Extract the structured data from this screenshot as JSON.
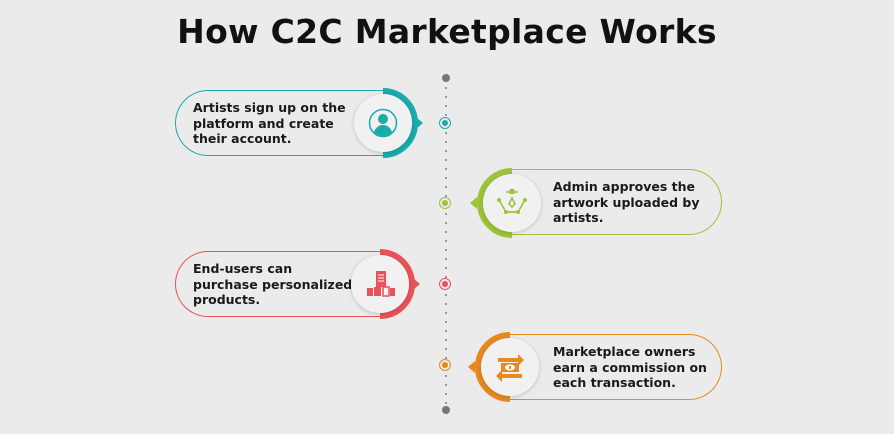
{
  "title": "How C2C Marketplace Works",
  "colors": {
    "step1": "#1aabab",
    "step2": "#9dc33b",
    "step3": "#e8535a",
    "step4": "#e68a1e",
    "background": "#ebebeb"
  },
  "steps": [
    {
      "text": "Artists sign up on the platform and create their account.",
      "icon": "user-profile-icon"
    },
    {
      "text": "Admin approves the artwork uploaded by artists.",
      "icon": "pen-tool-icon"
    },
    {
      "text": "End-users can purchase personalized products.",
      "icon": "shopping-icon"
    },
    {
      "text": "Marketplace owners earn a commission on each transaction.",
      "icon": "money-exchange-icon"
    }
  ]
}
